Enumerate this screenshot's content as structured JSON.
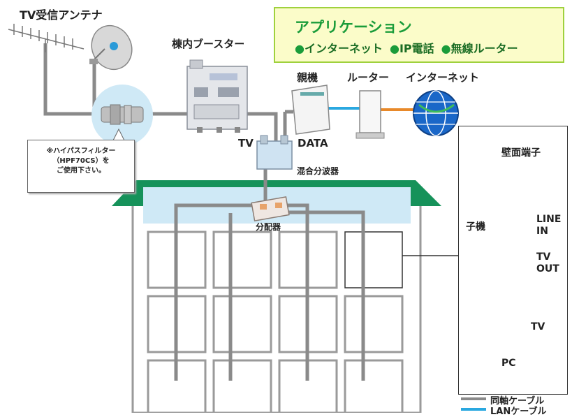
{
  "antenna_label": "TV受信アンテナ",
  "booster_label": "棟内ブースター",
  "filter_note": {
    "line1": "※ハイパスフィルター",
    "line2": "（HPF70CS）を",
    "line3": "ご使用下さい。"
  },
  "application": {
    "title": "アプリケーション",
    "items": [
      "インターネット",
      "IP電話",
      "無線ルーター"
    ]
  },
  "parent_label": "親機",
  "router_label": "ルーター",
  "internet_label": "インターネット",
  "tv_port_label": "TV",
  "data_port_label": "DATA",
  "mixer_label": "混合分波器",
  "splitter_label": "分配器",
  "wall_outlet_label": "壁面端子",
  "child_label": "子機",
  "line_in_label": {
    "line1": "LINE",
    "line2": "IN"
  },
  "tv_out_label": {
    "line1": "TV",
    "line2": "OUT"
  },
  "tv_device_label": "TV",
  "pc_label": "PC",
  "legend": {
    "coax": "同軸ケーブル",
    "lan": "LANケーブル",
    "coax_color": "#8a8a8a",
    "lan_color": "#2aa8e0"
  },
  "colors": {
    "roof": "#16925a",
    "sky_band": "#cfe9f6",
    "app_border": "#9fd13d",
    "app_bg": "#fbfcc9",
    "app_text": "#1a9c3a"
  }
}
